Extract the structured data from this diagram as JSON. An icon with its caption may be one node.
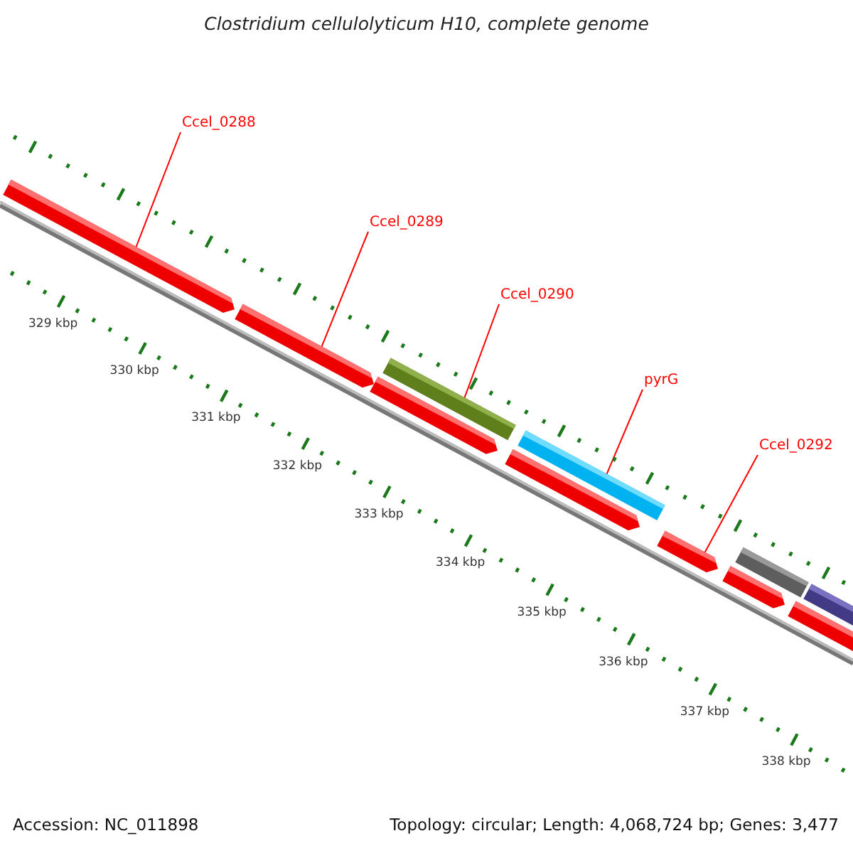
{
  "diagram": {
    "title": "Clostridium cellulolyticum H10, complete genome",
    "nodes": [
      {
        "text": [
          "Ccel_0288"
        ]
      },
      {
        "text": [
          "Ccel_0289"
        ]
      },
      {
        "text": [
          "Ccel_0290"
        ]
      },
      {
        "text": [
          "pyrG"
        ]
      },
      {
        "text": [
          "Ccel_0292"
        ]
      },
      {
        "text": [],
        "shape": "arrow"
      },
      {
        "text": [],
        "shape": "arrow"
      },
      {
        "text": [],
        "shape": "arrow"
      },
      {
        "text": [],
        "shape": "bar"
      },
      {
        "text": [],
        "shape": "arrow"
      },
      {
        "text": [],
        "shape": "bar"
      },
      {
        "text": [],
        "shape": "arrow"
      },
      {
        "text": [],
        "shape": "arrow"
      },
      {
        "text": [],
        "shape": "bar"
      },
      {
        "text": [],
        "shape": "arrow"
      },
      {
        "text": [],
        "shape": "bar"
      }
    ],
    "edges": [
      {
        "from": 0,
        "to": 5,
        "arrow": "none"
      },
      {
        "from": 1,
        "to": 6,
        "arrow": "none"
      },
      {
        "from": 2,
        "to": 8,
        "arrow": "none"
      },
      {
        "from": 3,
        "to": 10,
        "arrow": "none"
      },
      {
        "from": 4,
        "to": 11,
        "arrow": "none"
      }
    ],
    "labels": [
      "329 kbp",
      "330 kbp",
      "331 kbp",
      "332 kbp",
      "333 kbp",
      "334 kbp",
      "335 kbp",
      "336 kbp",
      "337 kbp",
      "338 kbp",
      "Accession: NC_011898",
      "Topology: circular; Length: 4,068,724 bp; Genes: 3,477"
    ]
  }
}
